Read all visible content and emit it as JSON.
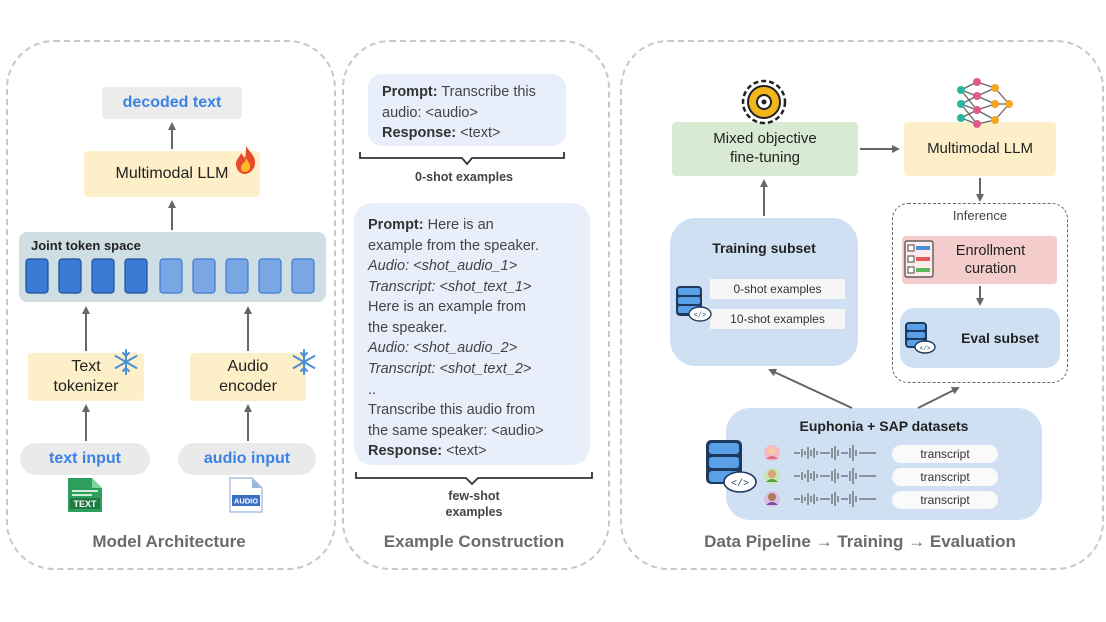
{
  "arch": {
    "title": "Model Architecture",
    "decoded_text": "decoded text",
    "llm": "Multimodal LLM",
    "joint_token_space": "Joint token space",
    "text_tokenizer_l1": "Text",
    "text_tokenizer_l2": "tokenizer",
    "audio_encoder_l1": "Audio",
    "audio_encoder_l2": "encoder",
    "text_input": "text input",
    "audio_input": "audio input",
    "text_file_label": "TEXT",
    "audio_file_label": "AUDIO"
  },
  "examples": {
    "title": "Example Construction",
    "zero_shot": {
      "prompt_label": "Prompt:",
      "prompt_text_1": " Transcribe this",
      "prompt_text_2": "audio: <audio>",
      "response_label": "Response:",
      "response_text": " <text>",
      "brace_label": "0-shot examples"
    },
    "few_shot": {
      "prompt_label": "Prompt:",
      "line_1": " Here is an",
      "line_2": "example from the speaker.",
      "line_3": "Audio: <shot_audio_1>",
      "line_4": "Transcript: <shot_text_1>",
      "line_5": "Here is an example from",
      "line_6": "the speaker.",
      "line_7": "Audio: <shot_audio_2>",
      "line_8": "Transcript: <shot_text_2>",
      "line_9": "..",
      "line_10": "Transcribe this audio from",
      "line_11": "the same speaker: <audio>",
      "response_label": "Response:",
      "response_text": " <text>",
      "brace_label_1": "few-shot",
      "brace_label_2": "examples"
    }
  },
  "pipeline": {
    "title": "Data Pipeline → Training  → Evaluation",
    "mixed_l1": "Mixed objective",
    "mixed_l2": "fine-tuning",
    "llm": "Multimodal LLM",
    "training_subset": "Training subset",
    "zero_shot_examples": "0-shot examples",
    "ten_shot_examples": "10-shot examples",
    "inference": "Inference",
    "enrollment_l1": "Enrollment",
    "enrollment_l2": "curation",
    "eval_subset": "Eval subset",
    "datasets": "Euphonia + SAP datasets",
    "transcripts": [
      "transcript",
      "transcript",
      "transcript"
    ]
  },
  "colors": {
    "accent_blue": "#3b82e6",
    "token_dark": "#3a7bd5",
    "token_light": "#7aa7e4",
    "yellow": "#fdf0c8",
    "green": "#d9ead3",
    "pink": "#f4cccc",
    "subset_blue": "#cfe0f3"
  }
}
